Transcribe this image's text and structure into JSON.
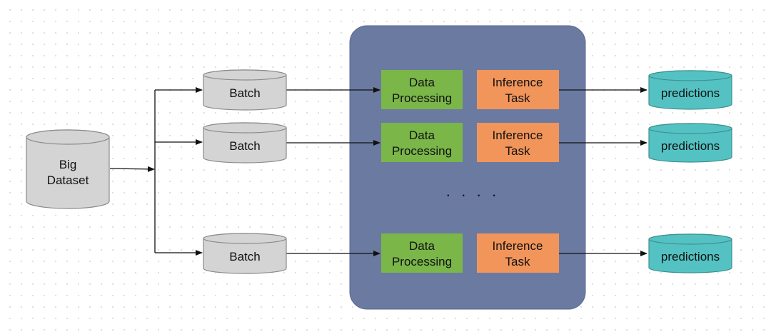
{
  "source": {
    "label_lines": [
      "Big",
      "Dataset"
    ]
  },
  "batches": [
    {
      "label": "Batch"
    },
    {
      "label": "Batch"
    },
    {
      "label": "Batch"
    }
  ],
  "cluster": {
    "rows": [
      {
        "processing": [
          "Data",
          "Processing"
        ],
        "inference": [
          "Inference",
          "Task"
        ]
      },
      {
        "processing": [
          "Data",
          "Processing"
        ],
        "inference": [
          "Inference",
          "Task"
        ]
      },
      {
        "processing": [
          "Data",
          "Processing"
        ],
        "inference": [
          "Inference",
          "Task"
        ]
      }
    ],
    "ellipsis": "· · · ·"
  },
  "outputs": [
    {
      "label": "predictions"
    },
    {
      "label": "predictions"
    },
    {
      "label": "predictions"
    }
  ],
  "colors": {
    "cluster_fill": "#6b7aa1",
    "cluster_stroke": "#5a6890",
    "processing_fill": "#7ab648",
    "inference_fill": "#f2955a",
    "prediction_fill": "#54c2c2",
    "cylinder_fill": "#d4d4d4",
    "cylinder_stroke": "#8a8a8a",
    "edge": "#111111"
  }
}
